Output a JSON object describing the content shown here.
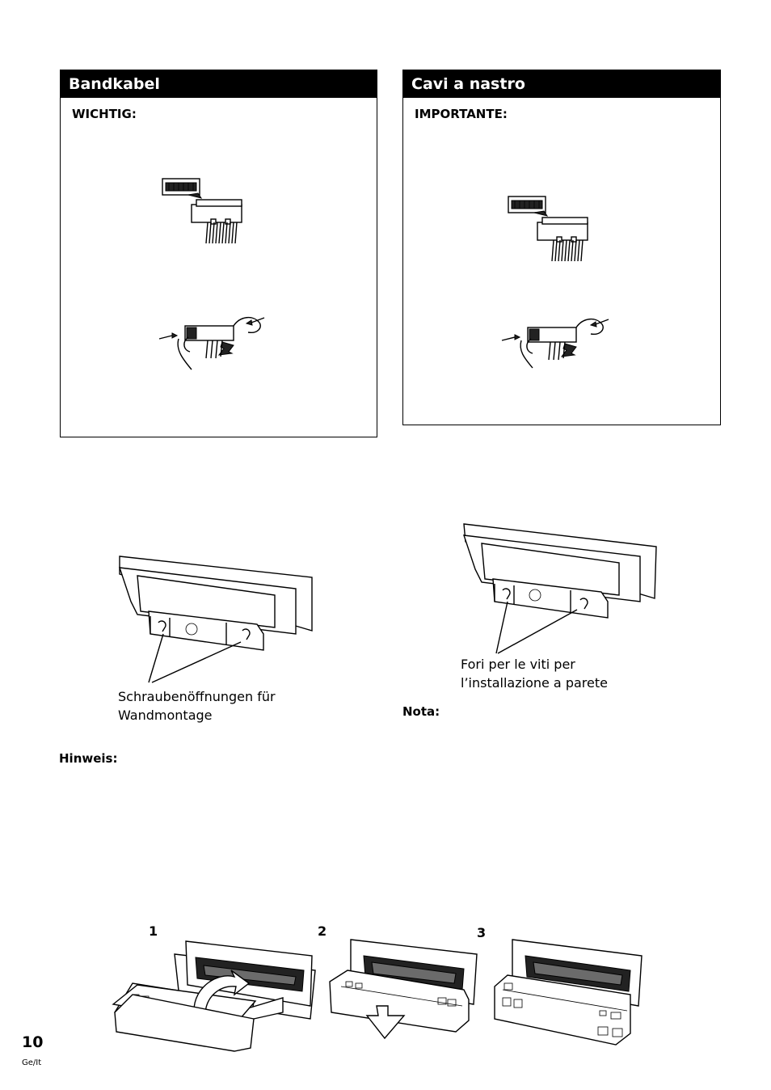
{
  "left_box": {
    "title": "Bandkabel",
    "label": "WICHTIG:"
  },
  "right_box": {
    "title": "Cavi a nastro",
    "label": "IMPORTANTE:"
  },
  "left_mount": {
    "caption_line1": "Schraubenöffnungen für",
    "caption_line2": "Wandmontage"
  },
  "right_mount": {
    "caption_line1": "Fori per le viti per",
    "caption_line2": "l’installazione a parete"
  },
  "notes": {
    "left": "Hinweis:",
    "right": "Nota:"
  },
  "steps": [
    "1",
    "2",
    "3"
  ],
  "footer": {
    "page_number": "10",
    "lang": "Ge/It"
  }
}
